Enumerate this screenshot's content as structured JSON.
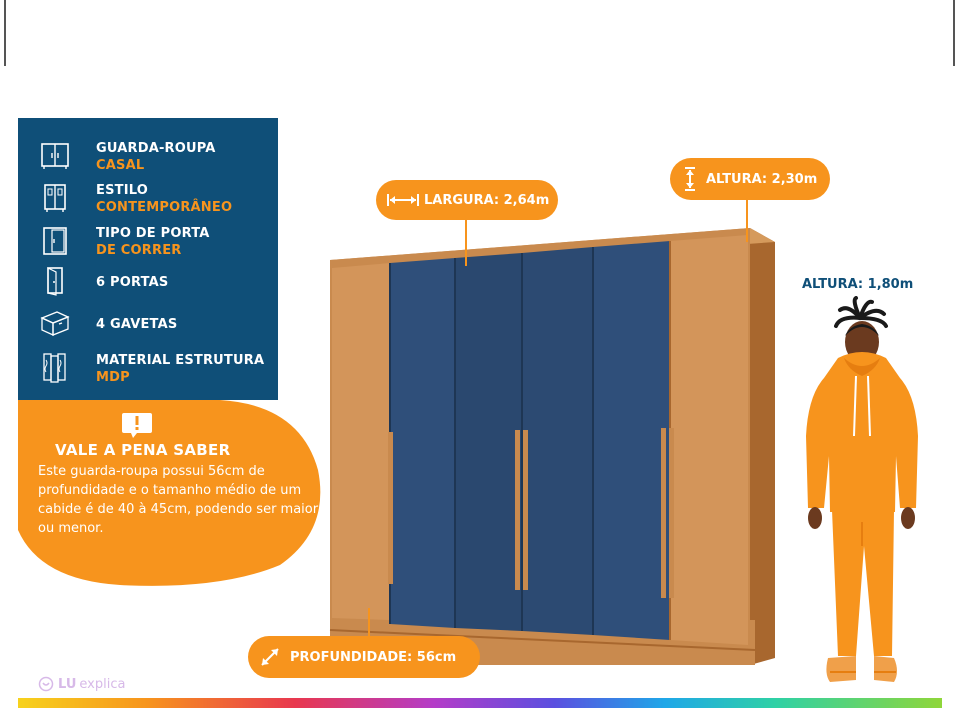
{
  "specs": [
    {
      "label": "GUARDA-ROUPA",
      "value": "CASAL",
      "icon": "wardrobe-icon"
    },
    {
      "label": "ESTILO",
      "value": "CONTEMPORÂNEO",
      "icon": "cabinet-style-icon"
    },
    {
      "label": "TIPO DE PORTA",
      "value": "DE CORRER",
      "icon": "sliding-door-icon"
    },
    {
      "label": "6  PORTAS",
      "value": "",
      "icon": "door-icon"
    },
    {
      "label": "4 GAVETAS",
      "value": "",
      "icon": "drawers-icon"
    },
    {
      "label": "MATERIAL ESTRUTURA",
      "value": "MDP",
      "icon": "material-icon"
    }
  ],
  "info": {
    "title": "VALE A PENA SABER",
    "body": "Este guarda-roupa possui 56cm de profundidade e o tamanho médio de um cabide é de 40 à 45cm, podendo ser maior ou menor.",
    "icon": "alert-icon"
  },
  "dimensions": {
    "largura": "LARGURA: 2,64m",
    "altura": "ALTURA: 2,30m",
    "profundidade": "PROFUNDIDADE: 56cm",
    "altura_pessoa": "ALTURA: 1,80m"
  },
  "brand": {
    "logo_prefix": "LU",
    "logo_text": "explica"
  },
  "colors": {
    "navy": "#0f4f78",
    "orange": "#f7941d",
    "wood": "#c98a4e",
    "door_blue": "#2c4a72"
  }
}
